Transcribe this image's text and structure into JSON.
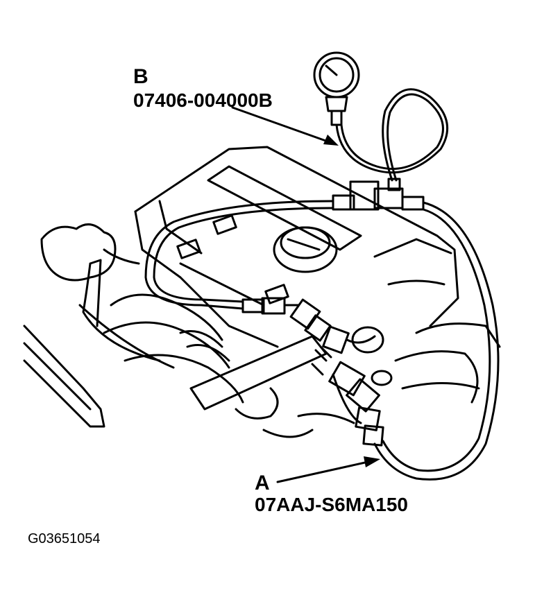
{
  "labels": {
    "b_letter": "B",
    "b_part": "07406-004000B",
    "a_letter": "A",
    "a_part": "07AAJ-S6MA150",
    "figure_id": "G03651054"
  },
  "colors": {
    "ink": "#000000",
    "paper": "#ffffff"
  }
}
